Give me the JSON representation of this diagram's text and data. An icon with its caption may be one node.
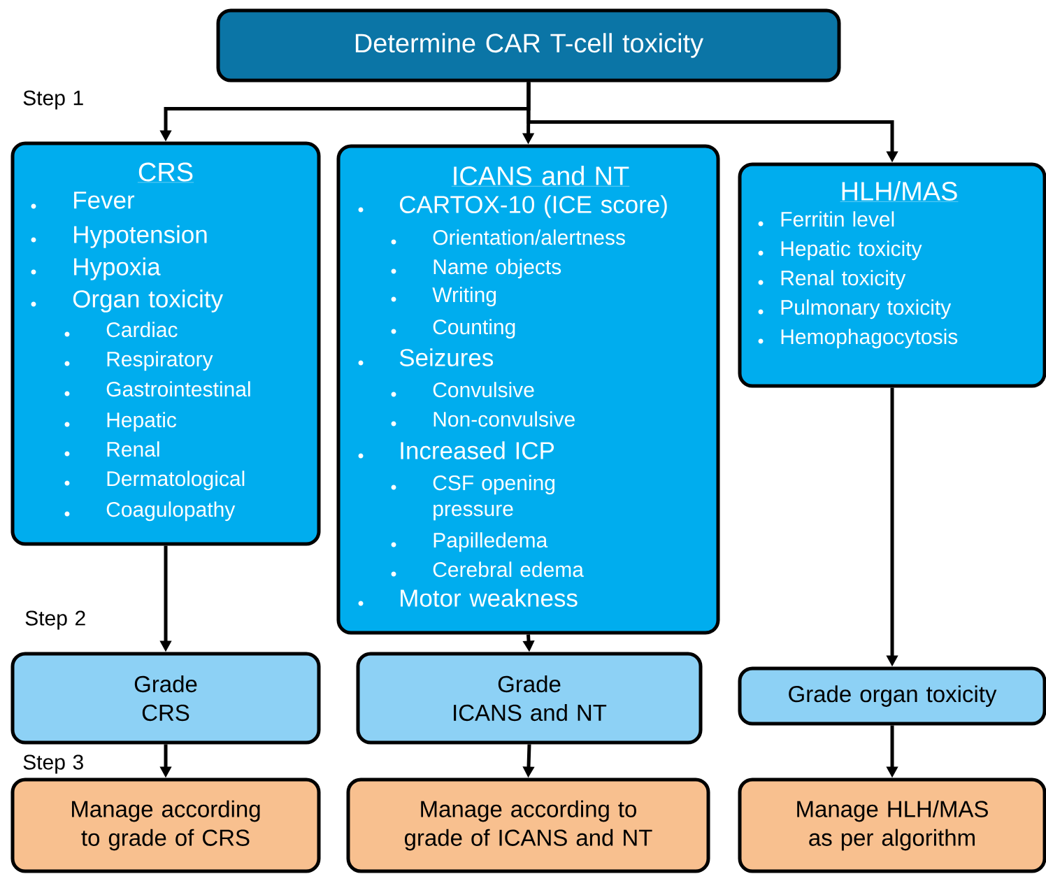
{
  "diagram": {
    "nodes": [
      {
        "text": [
          "Determine CAR T-cell toxicity"
        ]
      },
      {
        "text": [
          "CRS",
          "Fever",
          "Hypotension",
          "Hypoxia",
          "Organ toxicity",
          "Cardiac",
          "Respiratory",
          "Gastrointestinal",
          "Hepatic",
          "Renal",
          "Dermatological",
          "Coagulopathy"
        ]
      },
      {
        "text": [
          "ICANS and NT",
          "CARTOX-10 (ICE score)",
          "Orientation/alertness",
          "Name objects",
          "Writing",
          "Counting",
          "Seizures",
          "Convulsive",
          "Non-convulsive",
          "Increased ICP",
          "CSF opening pressure",
          "Papilledema",
          "Cerebral edema",
          "Motor weakness"
        ]
      },
      {
        "text": [
          "HLH/MAS",
          "Ferritin level",
          "Hepatic toxicity",
          "Renal toxicity",
          "Pulmonary toxicity",
          "Hemophagocytosis"
        ]
      },
      {
        "text": [
          "Grade",
          "CRS"
        ]
      },
      {
        "text": [
          "Grade",
          "ICANS and NT"
        ]
      },
      {
        "text": [
          "Grade organ toxicity"
        ]
      },
      {
        "text": [
          "Manage according to grade of CRS"
        ]
      },
      {
        "text": [
          "Manage according to grade of ICANS and NT"
        ]
      },
      {
        "text": [
          "Manage HLH/MAS as per algorithm"
        ]
      }
    ],
    "edges": [
      {
        "from": 0,
        "to": 1,
        "arrow": "to"
      },
      {
        "from": 0,
        "to": 2,
        "arrow": "to"
      },
      {
        "from": 0,
        "to": 3,
        "arrow": "to"
      },
      {
        "from": 1,
        "to": 4,
        "arrow": "to"
      },
      {
        "from": 2,
        "to": 5,
        "arrow": "to"
      },
      {
        "from": 3,
        "to": 6,
        "arrow": "to"
      },
      {
        "from": 4,
        "to": 7,
        "arrow": "to"
      },
      {
        "from": 5,
        "to": 8,
        "arrow": "to"
      },
      {
        "from": 6,
        "to": 9,
        "arrow": "to"
      }
    ],
    "labels": [
      "Step 1",
      "Step 2",
      "Step 3"
    ]
  }
}
